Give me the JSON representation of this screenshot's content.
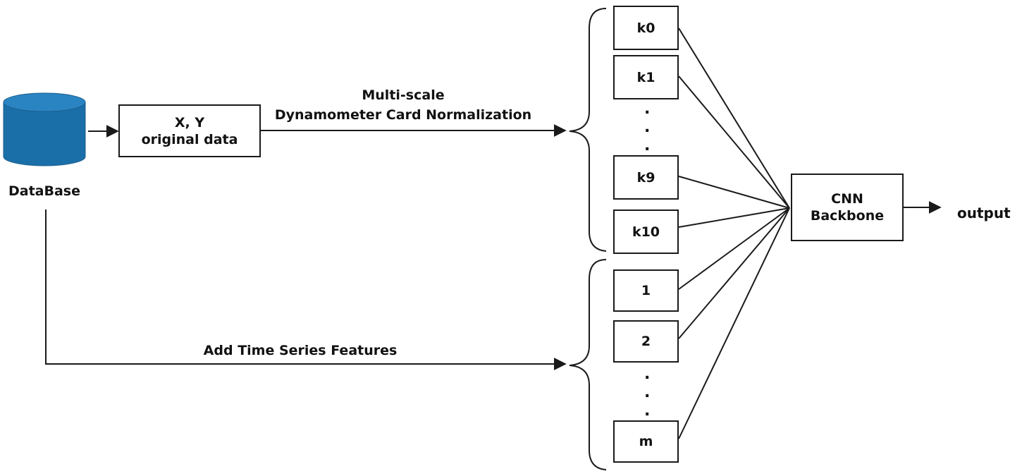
{
  "database": {
    "label": "DataBase"
  },
  "input_box": {
    "line1": "X, Y",
    "line2": "original data"
  },
  "edges": {
    "normalization_line1": "Multi-scale",
    "normalization_line2": "Dynamometer Card Normalization",
    "time_series": "Add Time Series Features"
  },
  "scale_boxes": [
    "k0",
    "k1",
    "k9",
    "k10"
  ],
  "feature_boxes": [
    "1",
    "2",
    "m"
  ],
  "ellipsis": ".",
  "cnn": {
    "line1": "CNN",
    "line2": "Backbone"
  },
  "output_label": "output",
  "colors": {
    "database_fill": "#1b6fa8",
    "database_top": "#2a84c2",
    "stroke": "#1a1a1a"
  }
}
